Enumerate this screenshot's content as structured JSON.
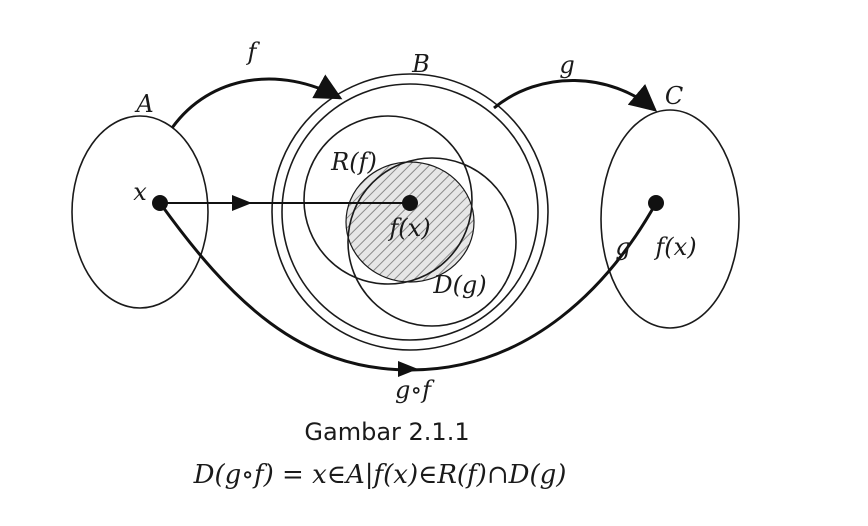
{
  "diagram": {
    "sets": {
      "A": "A",
      "B": "B",
      "C": "C",
      "range_f": "R(f)",
      "domain_g": "D(g)"
    },
    "points": {
      "x": "x",
      "fx": "f(x)",
      "gfx_g": "g",
      "gfx_fx": "f(x)"
    },
    "arrows": {
      "f": "f",
      "g": "g",
      "composition": "g∘f"
    },
    "caption": "Gambar 2.1.1",
    "formula": "D(g∘f) = x∈A|f(x)∈R(f)∩D(g)"
  }
}
